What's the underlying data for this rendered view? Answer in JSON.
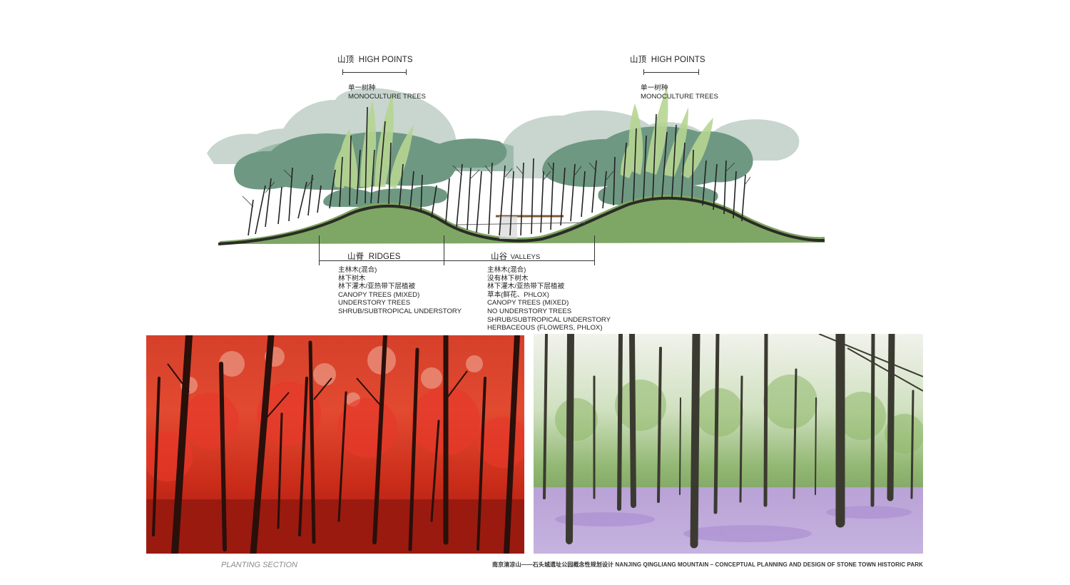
{
  "high_points": [
    {
      "zh": "山顶",
      "en": "HIGH POINTS",
      "sub_zh": "单一树种",
      "sub_en": "MONOCULTURE TREES"
    },
    {
      "zh": "山顶",
      "en": "HIGH POINTS",
      "sub_zh": "单一树种",
      "sub_en": "MONOCULTURE TREES"
    }
  ],
  "ridges": {
    "zh": "山脊",
    "en": "RIDGES",
    "lines": [
      "主林木(混合)",
      "林下树木",
      "林下灌木/亚热带下层植被",
      "CANOPY TREES (MIXED)",
      "UNDERSTORY TREES",
      "SHRUB/SUBTROPICAL UNDERSTORY"
    ]
  },
  "valleys": {
    "zh": "山谷",
    "en": "VALLEYS",
    "lines": [
      "主林木(混合)",
      "没有林下树木",
      "林下灌木/亚热带下层植被",
      "草本(鲜花、PHLOX)",
      "CANOPY TREES (MIXED)",
      "NO UNDERSTORY TREES",
      "SHRUB/SUBTROPICAL UNDERSTORY",
      "HERBACEOUS (FLOWERS, PHLOX)"
    ]
  },
  "photos": {
    "left": {
      "name": "red-forest-photo",
      "sky": "#e9a08f",
      "canopy": "#d8301d",
      "ground": "#9b1a10",
      "trunk": "#2a0f0a"
    },
    "right": {
      "name": "phlox-forest-photo",
      "sky": "#eef0e8",
      "canopy": "#9cc279",
      "ground": "#b49ad3",
      "trunk": "#3b3a30"
    }
  },
  "caption": "PLANTING SECTION",
  "footer": "南京清凉山——石头城遗址公园概念性规划设计  NANJING QINGLIANG MOUNTAIN – CONCEPTUAL PLANNING AND DESIGN OF STONE TOWN HISTORIC PARK",
  "colors": {
    "canopy_light": "#c3d2cb",
    "canopy_mid": "#9fb9ad",
    "canopy_dark": "#6f9a84",
    "lime": "#b9d796",
    "ground": "#2b2b25",
    "grass": "#7fa865"
  }
}
